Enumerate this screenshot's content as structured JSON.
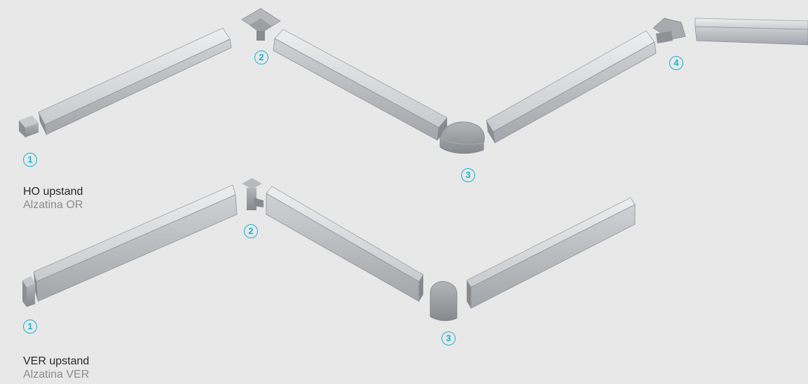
{
  "sections": [
    {
      "title": "HO upstand",
      "subtitle": "Alzatina OR"
    },
    {
      "title": "VER upstand",
      "subtitle": "Alzatina VER"
    }
  ],
  "markers": {
    "ho": [
      "1",
      "2",
      "3",
      "4"
    ],
    "ver": [
      "1",
      "2",
      "3"
    ]
  },
  "colors": {
    "background": "#e8e8e9",
    "accent": "#19b3c9",
    "profile_light": "#dcdde0",
    "profile_mid": "#bfc1c5",
    "profile_dark": "#8f9297",
    "cap_grey": "#9c9ea2"
  }
}
